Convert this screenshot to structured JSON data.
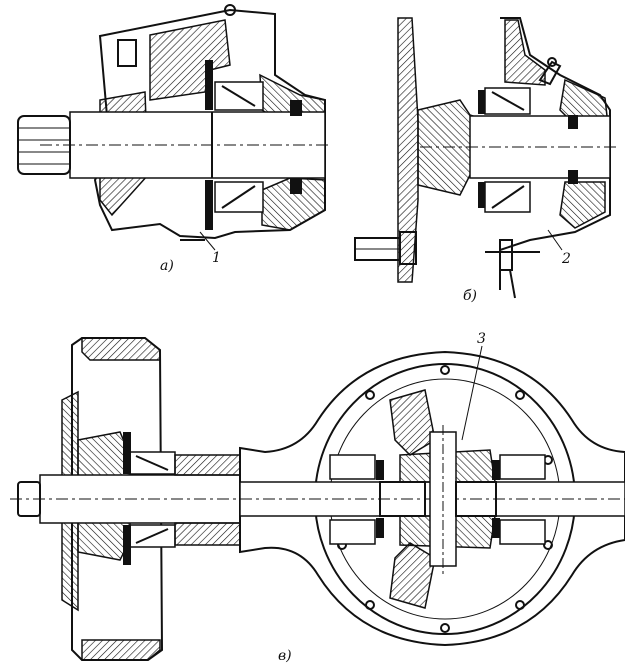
{
  "figure": {
    "labels": {
      "view_a": "а)",
      "view_b": "б)",
      "view_c": "в)",
      "callout_1": "1",
      "callout_2": "2",
      "callout_3": "3"
    },
    "colors": {
      "ink": "#111111",
      "paper": "#ffffff",
      "hatch": "#111111"
    }
  }
}
